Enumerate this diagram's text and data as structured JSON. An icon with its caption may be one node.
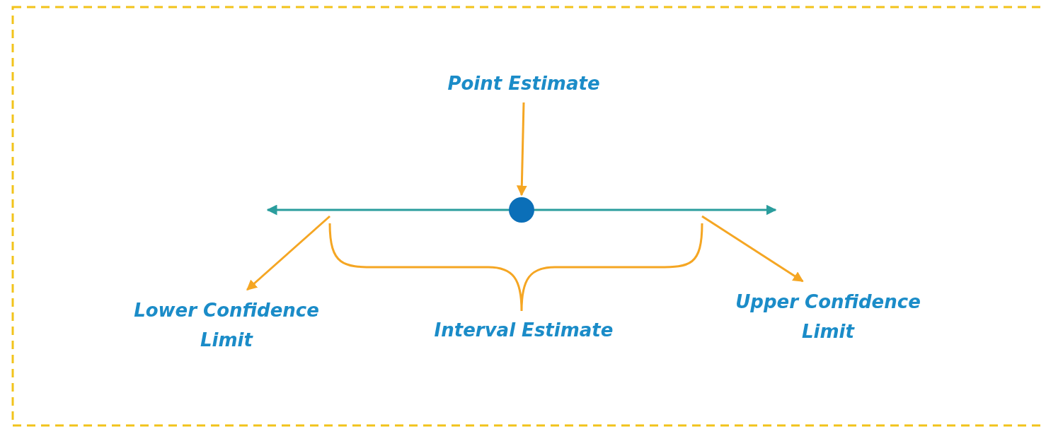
{
  "diagram": {
    "nodes": [
      {
        "text": [
          "Point Estimate"
        ]
      },
      {
        "text": [],
        "shape": "bar"
      },
      {
        "text": [],
        "shape": "circle"
      },
      {
        "text": [
          "Lower Confidence Limit"
        ]
      },
      {
        "text": [
          "Upper Confidence Limit"
        ]
      }
    ],
    "edges": [
      {
        "from": 0,
        "to": 2,
        "arrow": "to"
      },
      {
        "from": 1,
        "to": 3,
        "arrow": "to"
      },
      {
        "from": 1,
        "to": 4,
        "arrow": "to"
      }
    ],
    "labels": [
      "Interval Estimate"
    ]
  }
}
